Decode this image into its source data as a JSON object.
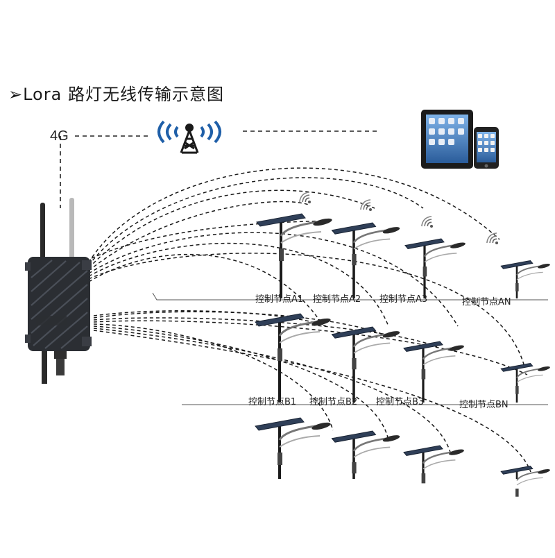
{
  "title": "➢Lora 路灯无线传输示意图",
  "uplink_label": "4G",
  "row_a": {
    "nodes": [
      "控制节点A1",
      "控制节点A2",
      "控制节点A3",
      "控制节点AN"
    ]
  },
  "row_b": {
    "nodes": [
      "控制节点B1",
      "控制节点B2",
      "控制节点B3",
      "控制节点BN"
    ]
  },
  "icons": [
    "cell-tower-icon",
    "tablet-icon",
    "smartphone-icon",
    "gateway-device-icon",
    "wifi-signal-icon",
    "street-lamp-icon"
  ]
}
